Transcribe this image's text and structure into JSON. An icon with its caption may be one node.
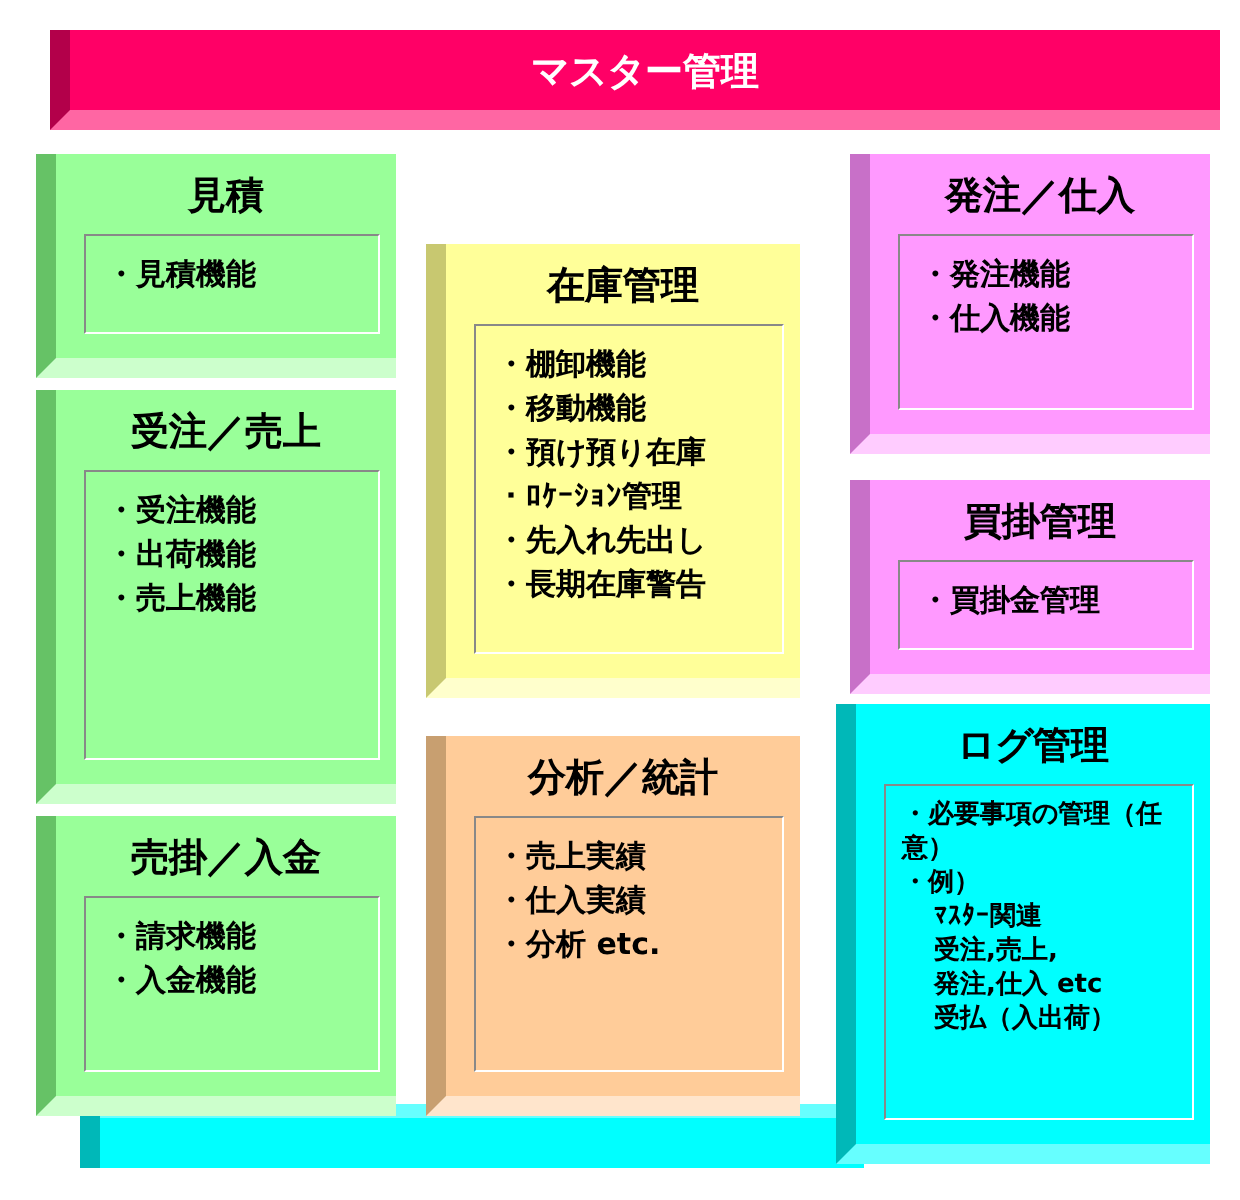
{
  "diagram": {
    "nodes": [
      {
        "text": [
          "マスター管理"
        ]
      },
      {
        "text": [
          "見積",
          "・見積機能"
        ]
      },
      {
        "text": [
          "受注／売上",
          "・受注機能",
          "・出荷機能",
          "・売上機能"
        ]
      },
      {
        "text": [
          "売掛／入金",
          "・請求機能",
          "・入金機能"
        ]
      },
      {
        "text": [
          "在庫管理",
          "・棚卸機能",
          "・移動機能",
          "・預け預り在庫",
          "・ﾛｹｰｼｮﾝ管理",
          "・先入れ先出し",
          "・長期在庫警告"
        ]
      },
      {
        "text": [
          "分析／統計",
          "・売上実績",
          "・仕入実績",
          "・分析 etc."
        ]
      },
      {
        "text": [
          "発注／仕入",
          "・発注機能",
          "・仕入機能"
        ]
      },
      {
        "text": [
          "買掛管理",
          "・買掛金管理"
        ]
      },
      {
        "text": [
          "ログ管理",
          "・必要事項の管理（任意）",
          "・例）",
          "ﾏｽﾀｰ関連",
          "受注,売上,",
          "発注,仕入 etc",
          "受払（入出荷）"
        ]
      }
    ]
  }
}
